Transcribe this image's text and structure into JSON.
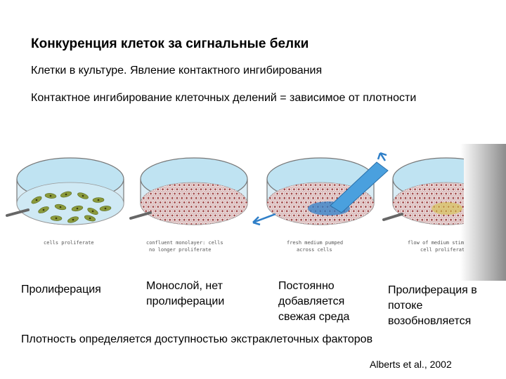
{
  "title": "Конкуренция клеток за сигнальные белки",
  "subtitle": "Клетки в культуре. Явление контактного ингибирования",
  "description": "Контактное ингибирование клеточных делений = зависимое от плотности",
  "figure_labels": [
    "cells proliferate",
    "confluent monolayer: cells",
    "no longer proliferate",
    "fresh medium pumped",
    "across cells",
    "flow of medium stimulates",
    "cell proliferation"
  ],
  "captions": {
    "proliferation": "Пролиферация",
    "monolayer": "Монослой, нет\nпролиферации",
    "fresh_medium": "Постоянно\nдобавляется\nсвежая среда",
    "flow": "Пролиферация в\nпотоке\nвозобновляется"
  },
  "conclusion": "Плотность определяется доступностью экстраклеточных факторов",
  "citation": "Alberts et al., 2002",
  "colors": {
    "medium": "#bfe3f2",
    "cells_sparse": "#8a9a3c",
    "cells_dense": "#a04a4a",
    "fresh_medium": "#2f7fc8"
  }
}
